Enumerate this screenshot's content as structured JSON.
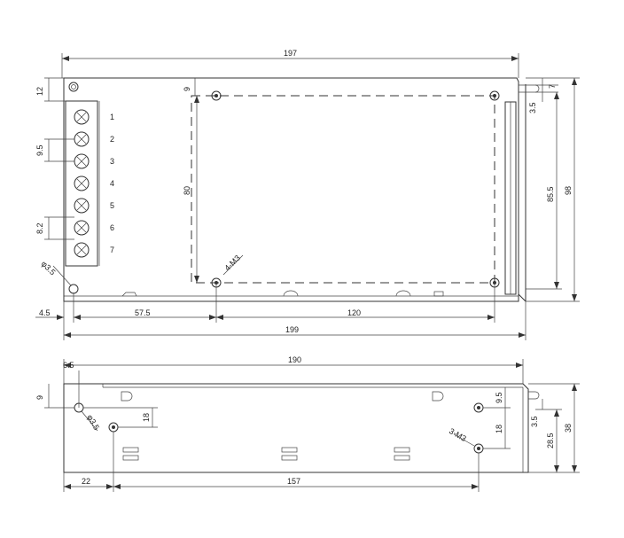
{
  "top_view": {
    "width_overall": "197",
    "width_base": "199",
    "height_overall": "98",
    "height_inner": "85.5",
    "top_margin": "12",
    "left_margin": "4.5",
    "hole_offset_x": "57.5",
    "hole_spacing_x": "120",
    "hole_spacing_y": "80",
    "hole_top": "9",
    "slot_depth": "3.5",
    "slot_width": "7",
    "pitch_a": "9.5",
    "pitch_b": "8.2",
    "hole_dia": "φ3.5",
    "mount_holes": "4-M3",
    "terminals": [
      "1",
      "2",
      "3",
      "4",
      "5",
      "6",
      "7"
    ]
  },
  "side_view": {
    "length": "190",
    "height": "38",
    "height_inner": "28.5",
    "slot_depth": "3.5",
    "left_offset": "6.5",
    "top_offset": "9",
    "hole_vertical": "18",
    "hole_dia": "φ3.5",
    "screw_offset": "22",
    "screw_spacing": "157",
    "right_top": "9.5",
    "right_spacing": "18",
    "mount_holes": "3-M3"
  }
}
